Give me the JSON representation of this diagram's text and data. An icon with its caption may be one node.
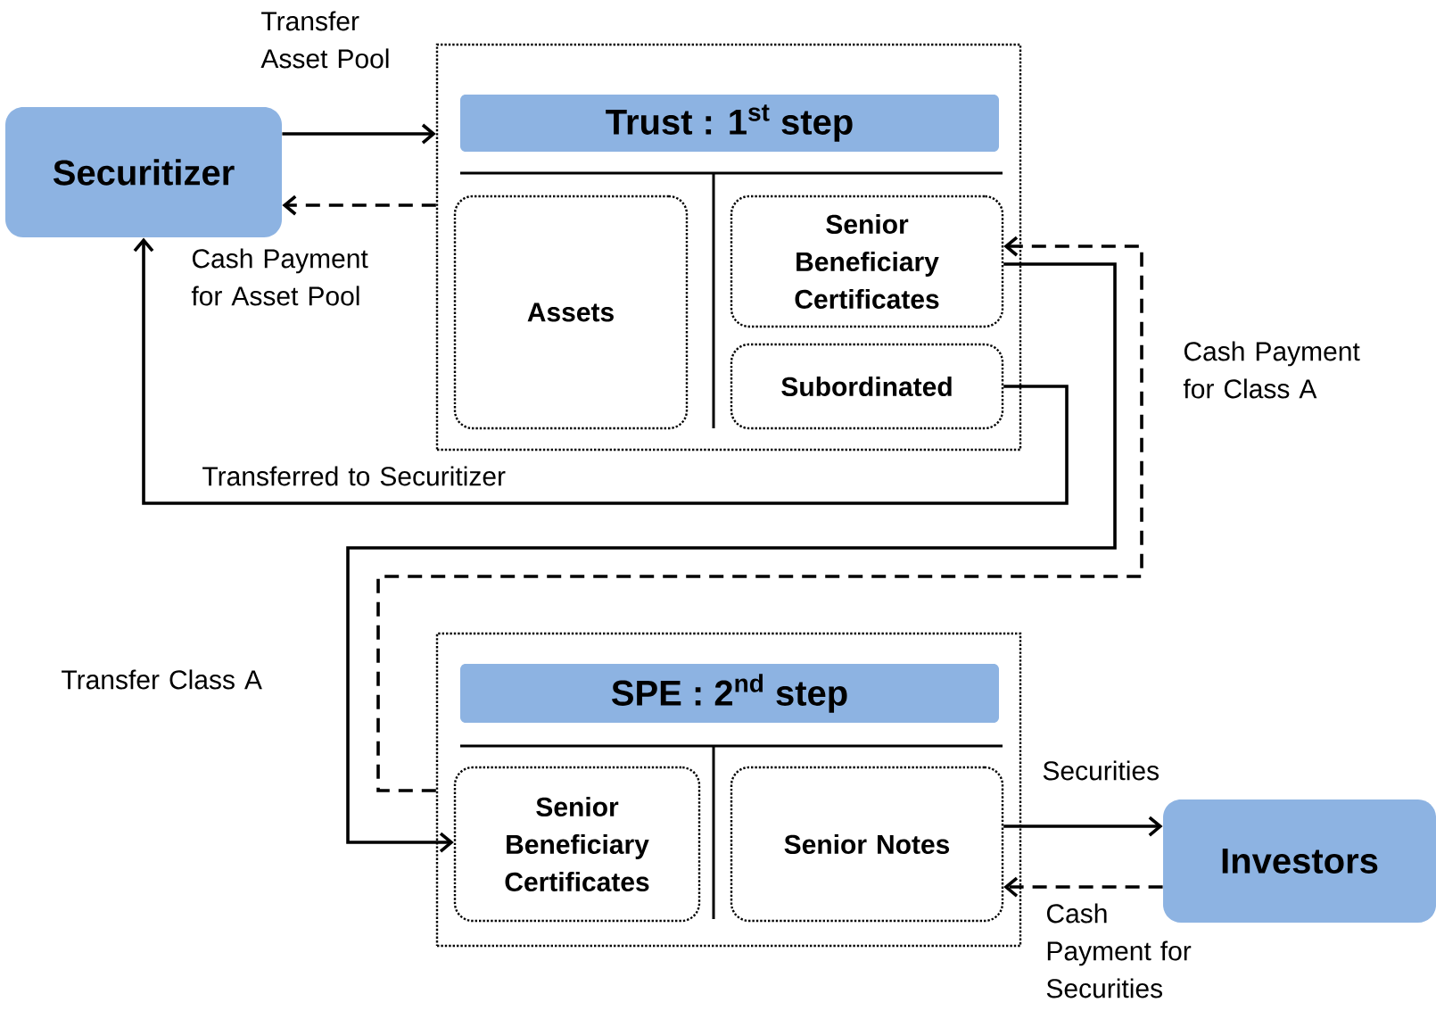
{
  "diagram": {
    "nodes": [
      {
        "text": [
          "Securitizer"
        ]
      },
      {
        "text": [
          "Trust : 1$^{st}$ step"
        ]
      },
      {
        "text": [
          "Assets"
        ],
        "in": 1
      },
      {
        "text": [
          "Senior Beneficiary Certificates"
        ],
        "in": 1
      },
      {
        "text": [
          "Subordinated"
        ],
        "in": 1
      },
      {
        "text": [
          "SPE : 2$^{nd}$ step"
        ]
      },
      {
        "text": [
          "Senior Beneficiary Certificates"
        ],
        "in": 5
      },
      {
        "text": [
          "Senior Notes"
        ],
        "in": 5
      },
      {
        "text": [
          "Investors"
        ]
      }
    ],
    "edges": [
      {
        "from": 0,
        "to": 1,
        "arrow": "to",
        "label": "Transfer Asset Pool"
      },
      {
        "from": 1,
        "to": 0,
        "arrow": "to",
        "style": "dashed",
        "label": "Cash Payment for Asset Pool"
      },
      {
        "from": 4,
        "to": 0,
        "arrow": "to",
        "label": "Transferred to Securitizer"
      },
      {
        "from": 3,
        "to": 6,
        "arrow": "to",
        "label": "Transfer Class A"
      },
      {
        "from": 5,
        "to": 3,
        "arrow": "to",
        "style": "dashed",
        "label": "Cash Payment for Class A"
      },
      {
        "from": 7,
        "to": 8,
        "arrow": "to",
        "label": "Securities"
      },
      {
        "from": 8,
        "to": 7,
        "arrow": "to",
        "style": "dashed",
        "label": "Cash Payment for Securities"
      }
    ]
  }
}
